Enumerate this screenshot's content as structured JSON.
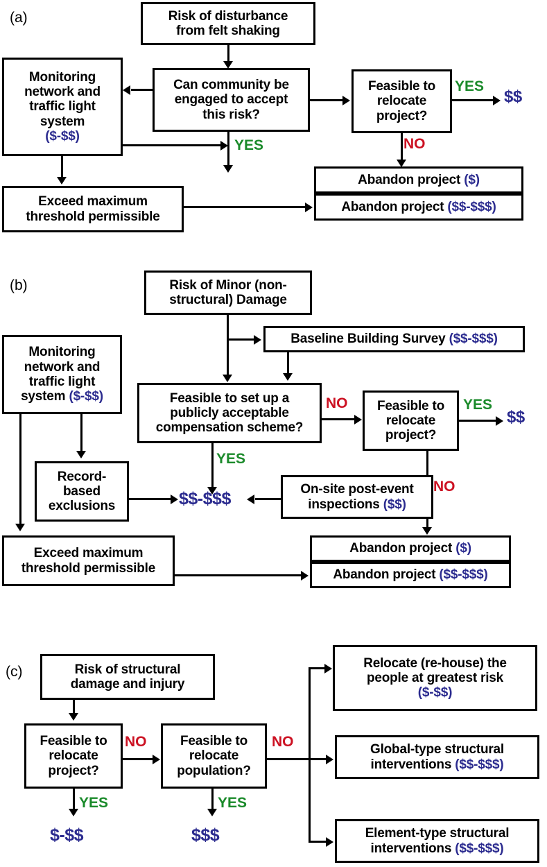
{
  "figure": {
    "type": "flowchart",
    "panels": [
      "(a)",
      "(b)",
      "(c)"
    ],
    "colors": {
      "money": "#2b2b8f",
      "yes": "#1a8a2a",
      "no": "#cc1122",
      "box_border": "#000000",
      "background": "#ffffff"
    }
  },
  "panel_a": {
    "label": "(a)",
    "boxes": {
      "risk": "Risk of disturbance from felt shaking",
      "risk_l1": "Risk of disturbance",
      "risk_l2": "from felt shaking",
      "monitoring_l1": "Monitoring",
      "monitoring_l2": "network and",
      "monitoring_l3": "traffic light",
      "monitoring_l4": "system",
      "monitoring_cost": "($-$$)",
      "community_l1": "Can community be",
      "community_l2": "engaged to accept",
      "community_l3": "this risk?",
      "feasible_l1": "Feasible to",
      "feasible_l2": "relocate",
      "feasible_l3": "project?",
      "exceed_l1": "Exceed maximum",
      "exceed_l2": "threshold permissible",
      "abandon1_text": "Abandon project ",
      "abandon1_cost": "($)",
      "abandon2_text": "Abandon project ",
      "abandon2_cost": "($$-$$$)"
    },
    "labels": {
      "yes_relocate": "YES",
      "no_relocate": "NO",
      "yes_community": "YES",
      "money_relocate": "$$"
    }
  },
  "panel_b": {
    "label": "(b)",
    "boxes": {
      "risk_l1": "Risk of Minor (non-",
      "risk_l2": "structural) Damage",
      "baseline_text": "Baseline Building Survey ",
      "baseline_cost": "($$-$$$)",
      "monitoring_l1": "Monitoring",
      "monitoring_l2": "network and",
      "monitoring_l3": "traffic light",
      "monitoring_l4_text": "system ",
      "monitoring_l4_cost": "($-$$)",
      "compensation_l1": "Feasible to set up a",
      "compensation_l2": "publicly acceptable",
      "compensation_l3": "compensation scheme?",
      "feasible_l1": "Feasible to",
      "feasible_l2": "relocate",
      "feasible_l3": "project?",
      "record_l1": "Record-",
      "record_l2": "based",
      "record_l3": "exclusions",
      "onsite_l1": "On-site post-event",
      "onsite_l2_text": "inspections ",
      "onsite_l2_cost": "($$)",
      "exceed_l1": "Exceed maximum",
      "exceed_l2": "threshold permissible",
      "abandon1_text": "Abandon project ",
      "abandon1_cost": "($)",
      "abandon2_text": "Abandon project ",
      "abandon2_cost": "($$-$$$)"
    },
    "labels": {
      "no_compensation": "NO",
      "yes_relocate": "YES",
      "no_relocate": "NO",
      "yes_compensation": "YES",
      "money_relocate": "$$",
      "money_compensation": "$$-$$$"
    }
  },
  "panel_c": {
    "label": "(c)",
    "boxes": {
      "risk_l1": "Risk of structural",
      "risk_l2": "damage and injury",
      "feasible_project_l1": "Feasible to",
      "feasible_project_l2": "relocate",
      "feasible_project_l3": "project?",
      "feasible_population_l1": "Feasible to",
      "feasible_population_l2": "relocate",
      "feasible_population_l3": "population?",
      "rehouse_l1": "Relocate (re-house) the",
      "rehouse_l2": "people at greatest risk",
      "rehouse_cost": "($-$$)",
      "global_l1": "Global-type structural",
      "global_l2_text": "interventions ",
      "global_l2_cost": "($$-$$$)",
      "element_l1": "Element-type structural",
      "element_l2_text": "interventions ",
      "element_l2_cost": "($$-$$$)"
    },
    "labels": {
      "no_project": "NO",
      "no_population": "NO",
      "yes_project": "YES",
      "yes_population": "YES",
      "money_project": "$-$$",
      "money_population": "$$$"
    }
  }
}
